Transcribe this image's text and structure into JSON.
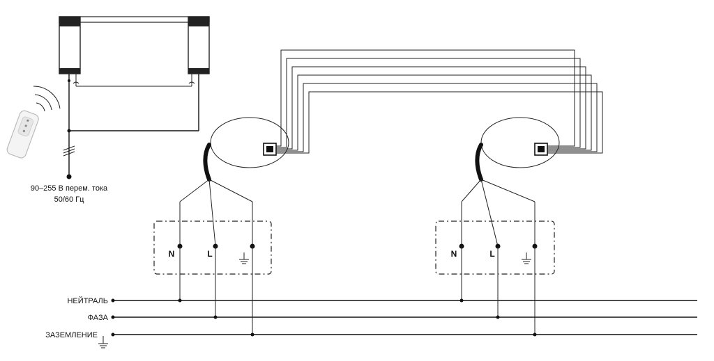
{
  "supply": {
    "voltage_label": "90–255 В перем. тока",
    "frequency_label": "50/60 Гц"
  },
  "terminals": {
    "neutral": "N",
    "phase": "L"
  },
  "bus": {
    "neutral": "НЕЙТРАЛЬ",
    "phase": "ФАЗА",
    "ground": "ЗАЗЕМЛЕНИЕ"
  },
  "icons": [
    "remote-control-icon",
    "wireless-signal-icon",
    "ground-symbol-icon",
    "rj-connector-icon"
  ]
}
